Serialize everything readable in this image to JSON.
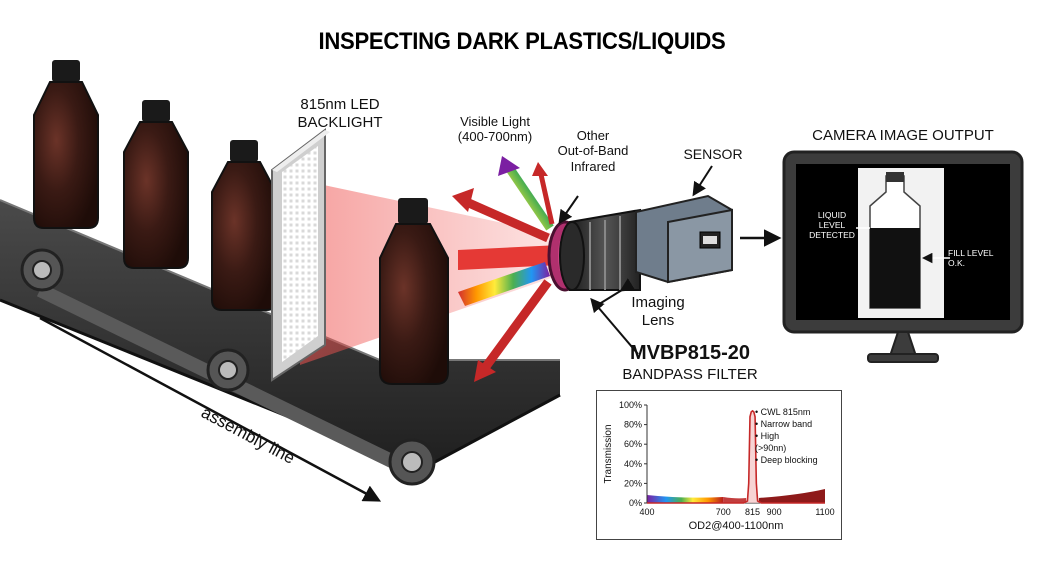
{
  "title": "INSPECTING DARK PLASTICS/LIQUIDS",
  "labels": {
    "backlight": [
      "815nm LED",
      "BACKLIGHT"
    ],
    "visible_light": [
      "Visible Light",
      "(400-700nm)"
    ],
    "other_band": [
      "Other",
      "Out-of-Band",
      "Infrared"
    ],
    "sensor": "SENSOR",
    "lens": [
      "Imaging",
      "Lens"
    ],
    "filter_model": "MVBP815-20",
    "filter_type": "BANDPASS FILTER",
    "assembly_line": "assembly line",
    "camera_output": "CAMERA IMAGE OUTPUT",
    "liquid_level": [
      "LIQUID",
      "LEVEL",
      "DETECTED"
    ],
    "fill_level": [
      "FILL LEVEL",
      "O.K."
    ]
  },
  "colors": {
    "bottle": "#3a1a14",
    "belt": "#2b2b2b",
    "red_light": "#e53935",
    "arrow": "#c62828",
    "monitor": "#3c3c3c"
  },
  "chart_data": {
    "type": "line",
    "ylabel": "Transmission",
    "xlabel": "OD2@400-1100nm",
    "x_ticks": [
      "400",
      "700",
      "815",
      "900",
      "1100"
    ],
    "y_ticks": [
      "0%",
      "20%",
      "40%",
      "60%",
      "80%",
      "100%"
    ],
    "xlim": [
      400,
      1100
    ],
    "ylim": [
      0,
      100
    ],
    "series": [
      {
        "x": [
          400,
          700,
          780,
          795,
          800,
          805,
          810,
          815,
          820,
          825,
          830,
          835,
          850,
          1100
        ],
        "y": [
          0,
          0,
          0,
          2,
          20,
          88,
          93,
          94,
          93,
          88,
          20,
          2,
          0,
          0
        ]
      }
    ],
    "legend": [
      "CWL 815nm",
      "Narrow band",
      "High",
      "(>90nn)",
      "Deep blocking"
    ]
  }
}
